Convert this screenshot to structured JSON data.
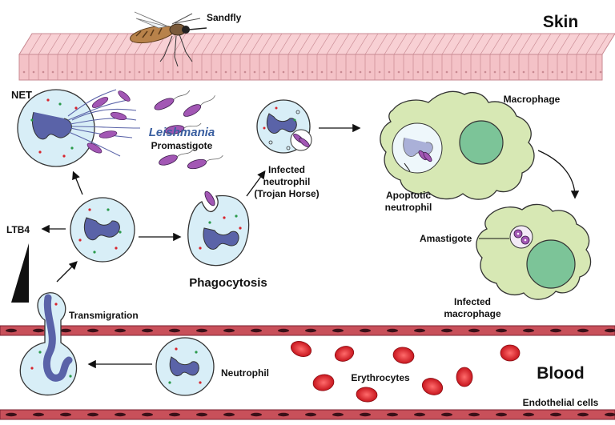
{
  "labels": {
    "skin": "Skin",
    "sandfly": "Sandfly",
    "net": "NET",
    "leishmania": "Leishmania",
    "promastigote": "Promastigote",
    "infected_neutrophil_1": "Infected",
    "infected_neutrophil_2": "neutrophil",
    "infected_neutrophil_3": "(Trojan Horse)",
    "macrophage": "Macrophage",
    "apoptotic_1": "Apoptotic",
    "apoptotic_2": "neutrophil",
    "amastigote": "Amastigote",
    "infected_macrophage_1": "Infected",
    "infected_macrophage_2": "macrophage",
    "ltb4": "LTB4",
    "phagocytosis": "Phagocytosis",
    "transmigration": "Transmigration",
    "neutrophil": "Neutrophil",
    "erythrocytes": "Erythrocytes",
    "blood": "Blood",
    "endothelial": "Endothelial cells"
  },
  "colors": {
    "skin_fill": "#f4c2c7",
    "skin_stroke": "#c98a93",
    "vessel_fill": "#c8505a",
    "cell_fill": "#d8eef7",
    "nucleus": "#5a63a8",
    "parasite": "#a257b4",
    "macrophage_fill": "#d7e8b4",
    "macrophage_nucleus": "#7cc498",
    "erythrocyte": "#d8242c",
    "leishmania_text": "#3a5fa0"
  }
}
